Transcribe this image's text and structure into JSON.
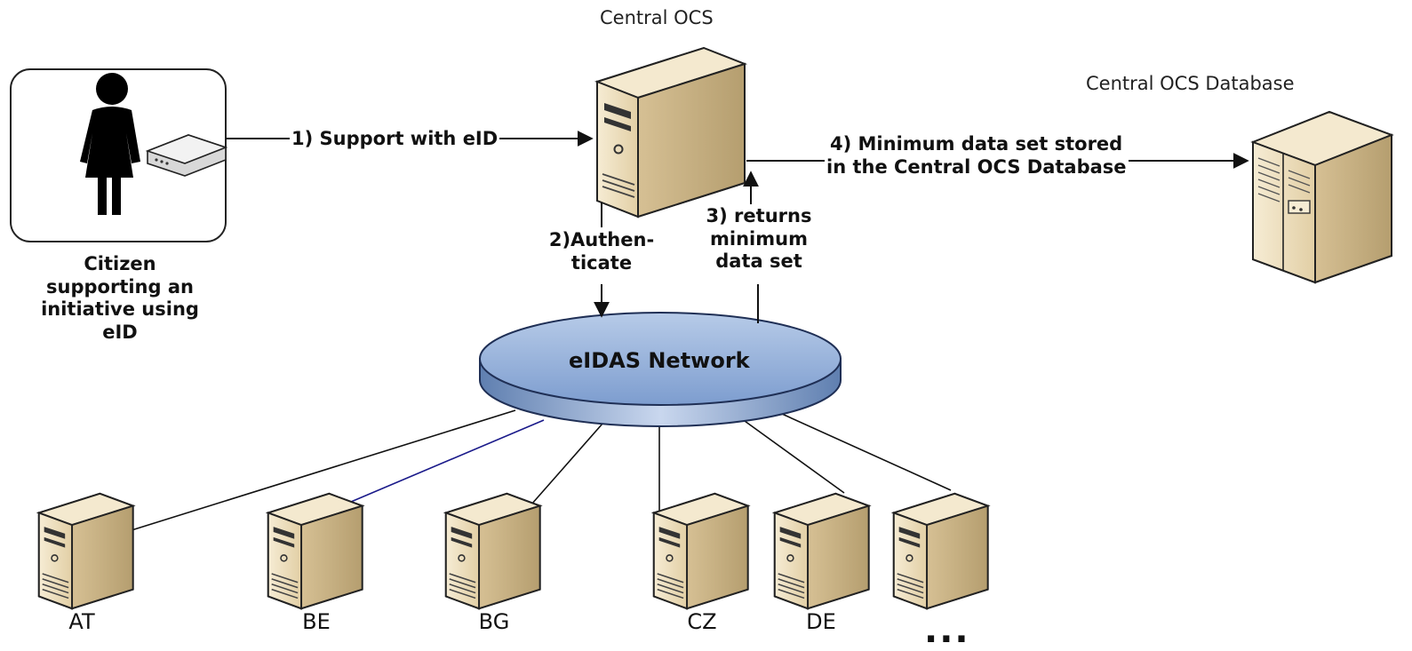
{
  "central_ocs": {
    "title": "Central OCS"
  },
  "database": {
    "title": "Central OCS Database"
  },
  "citizen": {
    "caption_lines": [
      "Citizen",
      "supporting an",
      "initiative using",
      "eID"
    ]
  },
  "network": {
    "label": "eIDAS Network"
  },
  "steps": {
    "step1": "1) Support with eID",
    "step2_lines": [
      "2)Authen-",
      "ticate"
    ],
    "step3_lines": [
      "3) returns",
      "minimum",
      "data set"
    ],
    "step4_lines": [
      "4) Minimum data set stored",
      "in the Central OCS Database"
    ]
  },
  "country_nodes": [
    {
      "code": "AT"
    },
    {
      "code": "BE"
    },
    {
      "code": "BG"
    },
    {
      "code": "CZ"
    },
    {
      "code": "DE"
    },
    {
      "code": ""
    }
  ],
  "more_indicator": "...",
  "colors": {
    "server_front": "#efe2c4",
    "server_side": "#c9b48a",
    "network_top": "#9ab6dd",
    "network_side": "#6f8fbf",
    "highlight_link": "#1a1a8a"
  }
}
